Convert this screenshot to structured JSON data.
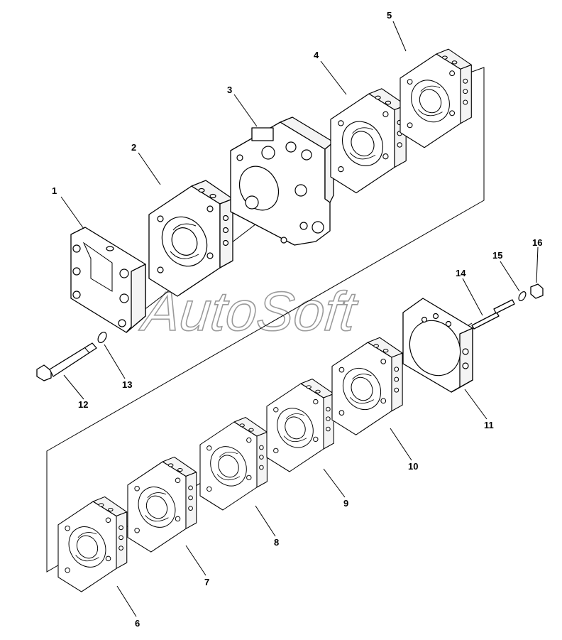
{
  "watermark": "AutoSoft",
  "callouts": [
    {
      "id": "c1",
      "text": "1"
    },
    {
      "id": "c2",
      "text": "2"
    },
    {
      "id": "c3",
      "text": "3"
    },
    {
      "id": "c4",
      "text": "4"
    },
    {
      "id": "c5",
      "text": "5"
    },
    {
      "id": "c6",
      "text": "6"
    },
    {
      "id": "c7",
      "text": "7"
    },
    {
      "id": "c8",
      "text": "8"
    },
    {
      "id": "c9",
      "text": "9"
    },
    {
      "id": "c10",
      "text": "10"
    },
    {
      "id": "c11",
      "text": "11"
    },
    {
      "id": "c12",
      "text": "12"
    },
    {
      "id": "c13",
      "text": "13"
    },
    {
      "id": "c14",
      "text": "14"
    },
    {
      "id": "c15",
      "text": "15"
    },
    {
      "id": "c16",
      "text": "16"
    }
  ]
}
